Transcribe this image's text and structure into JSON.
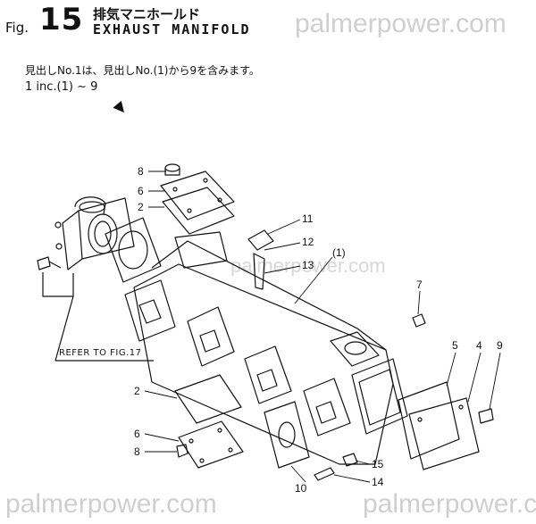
{
  "header": {
    "fig_prefix": "Fig.",
    "fig_number": "15",
    "title_jp": "排気マニホールド",
    "title_en": "EXHAUST MANIFOLD"
  },
  "watermark": {
    "text": "palmerpower.com"
  },
  "note": {
    "jp": "見出しNo.1は、見出しNo.(1)から9を含みます。",
    "en": "1 inc.(1) ~ 9"
  },
  "reference": {
    "text": "REFER TO FIG.17"
  },
  "callouts": {
    "c8a": "8",
    "c6a": "6",
    "c2a": "2",
    "c11": "11",
    "c12": "12",
    "c13": "13",
    "c1": "(1)",
    "c7": "7",
    "c5": "5",
    "c4": "4",
    "c9": "9",
    "c2b": "2",
    "c6b": "6",
    "c8b": "8",
    "c10": "10",
    "c15": "15",
    "c14": "14"
  }
}
